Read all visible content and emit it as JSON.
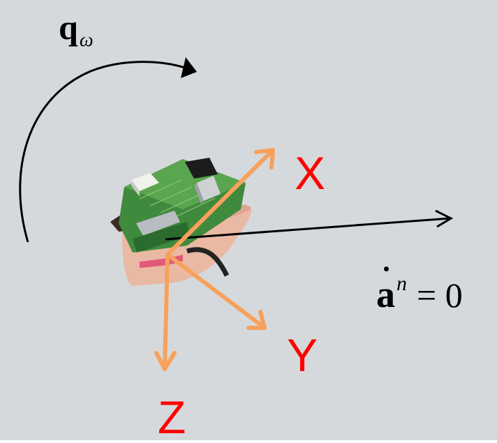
{
  "colors": {
    "background": "#d6d9dc",
    "axis_arrow": "#f7a15c",
    "axis_label": "#ff0000",
    "black_arrow": "#000000"
  },
  "rotation": {
    "symbol": "q",
    "subscript": "ω"
  },
  "acceleration": {
    "symbol": "a",
    "superscript": "n",
    "relation": "= 0"
  },
  "axes": {
    "x": "X",
    "y": "Y",
    "z": "Z"
  },
  "image": {
    "subject": "circuit-board-held-in-hand"
  }
}
